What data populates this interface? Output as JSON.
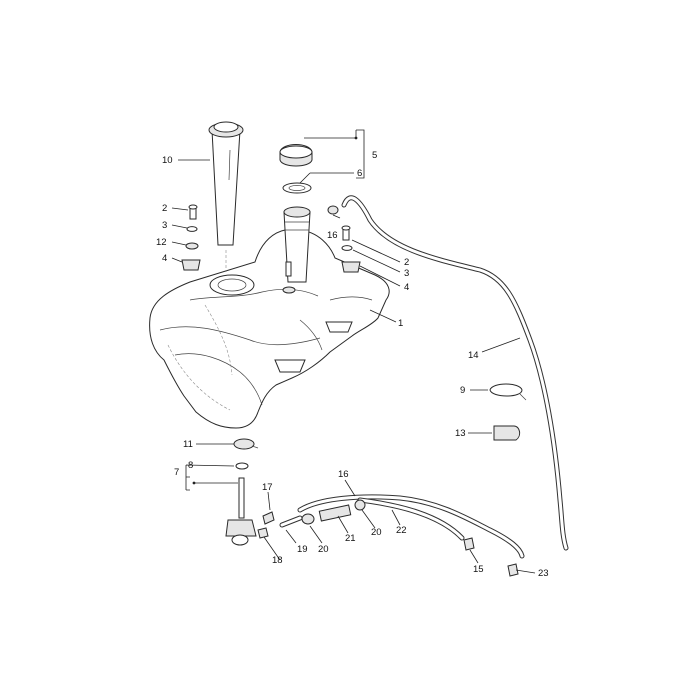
{
  "callouts": [
    {
      "id": "c1",
      "text": "1"
    },
    {
      "id": "c2a",
      "text": "2"
    },
    {
      "id": "c2b",
      "text": "2"
    },
    {
      "id": "c3a",
      "text": "3"
    },
    {
      "id": "c3b",
      "text": "3"
    },
    {
      "id": "c4a",
      "text": "4"
    },
    {
      "id": "c4b",
      "text": "4"
    },
    {
      "id": "c5",
      "text": "5"
    },
    {
      "id": "c6",
      "text": "6"
    },
    {
      "id": "c7",
      "text": "7"
    },
    {
      "id": "c8",
      "text": "8"
    },
    {
      "id": "c9",
      "text": "9"
    },
    {
      "id": "c10",
      "text": "10"
    },
    {
      "id": "c11",
      "text": "11"
    },
    {
      "id": "c12",
      "text": "12"
    },
    {
      "id": "c13",
      "text": "13"
    },
    {
      "id": "c14",
      "text": "14"
    },
    {
      "id": "c15",
      "text": "15"
    },
    {
      "id": "c16a",
      "text": "16"
    },
    {
      "id": "c16b",
      "text": "16"
    },
    {
      "id": "c17",
      "text": "17"
    },
    {
      "id": "c18",
      "text": "18"
    },
    {
      "id": "c19",
      "text": "19"
    },
    {
      "id": "c20a",
      "text": "20"
    },
    {
      "id": "c20b",
      "text": "20"
    },
    {
      "id": "c21",
      "text": "21"
    },
    {
      "id": "c22",
      "text": "22"
    },
    {
      "id": "c23",
      "text": "23"
    }
  ]
}
